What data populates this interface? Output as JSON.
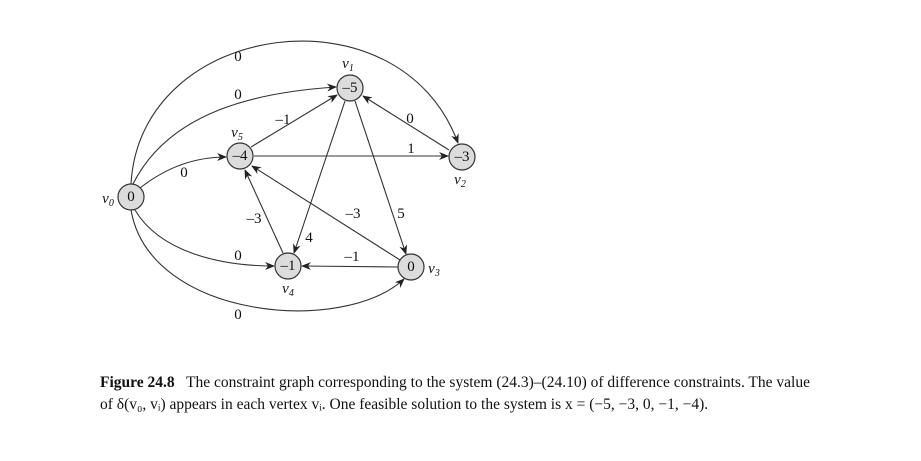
{
  "nodes": [
    {
      "name": "v0",
      "sub": "0",
      "value": "0"
    },
    {
      "name": "v1",
      "sub": "1",
      "value": "–5"
    },
    {
      "name": "v2",
      "sub": "2",
      "value": "–3"
    },
    {
      "name": "v3",
      "sub": "3",
      "value": "0"
    },
    {
      "name": "v4",
      "sub": "4",
      "value": "–1"
    },
    {
      "name": "v5",
      "sub": "5",
      "value": "–4"
    }
  ],
  "edges": [
    {
      "from": "v0",
      "to": "v2",
      "weight": "0"
    },
    {
      "from": "v0",
      "to": "v1",
      "weight": "0"
    },
    {
      "from": "v0",
      "to": "v5",
      "weight": "0"
    },
    {
      "from": "v0",
      "to": "v4",
      "weight": "0"
    },
    {
      "from": "v0",
      "to": "v3",
      "weight": "0"
    },
    {
      "from": "v5",
      "to": "v1",
      "weight": "–1"
    },
    {
      "from": "v5",
      "to": "v2",
      "weight": "1"
    },
    {
      "from": "v2",
      "to": "v1",
      "weight": "0"
    },
    {
      "from": "v1",
      "to": "v4",
      "weight": "4"
    },
    {
      "from": "v1",
      "to": "v3",
      "weight": "5"
    },
    {
      "from": "v3",
      "to": "v5",
      "weight": "–3"
    },
    {
      "from": "v4",
      "to": "v5",
      "weight": "–3"
    },
    {
      "from": "v3",
      "to": "v4",
      "weight": "–1"
    }
  ],
  "caption": {
    "label": "Figure 24.8",
    "text": "The constraint graph corresponding to the system (24.3)–(24.10) of difference constraints. The value of δ(v₀, vᵢ) appears in each vertex vᵢ. One feasible solution to the system is x = (−5, −3, 0, −1, −4)."
  }
}
